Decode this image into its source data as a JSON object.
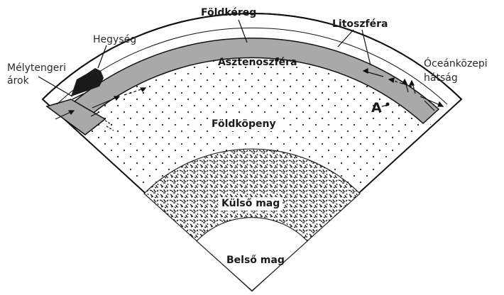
{
  "labels": {
    "crust": "Földkéreg",
    "lithosphere": "Litoszféra",
    "mountain": "Hegység",
    "trench_line1": "Mélytengeri",
    "trench_line2": "árok",
    "asthenosphere": "Asztenoszféra",
    "ridge_line1": "Óceánközepi",
    "ridge_line2": "hátság",
    "point_a": "A",
    "mantle": "Földköpeny",
    "outer_core": "Külső mag",
    "inner_core": "Belső mag"
  },
  "colors": {
    "lithosphere_band": "#a9a9a9",
    "mountain": "#1a1a1a",
    "outline": "#111111",
    "background": "#ffffff"
  }
}
